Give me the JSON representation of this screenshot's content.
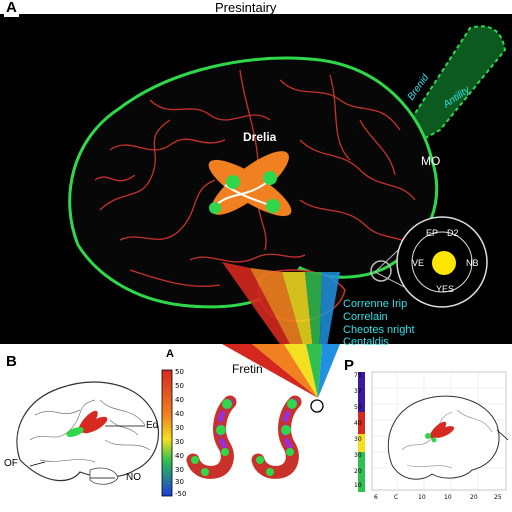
{
  "panel_a": {
    "letter": "A",
    "title": "Presintairy",
    "center_label": "Drelia",
    "side_label": "MO",
    "wedge_labels": [
      "Brenid",
      "Antility"
    ],
    "circle_labels": [
      "EP",
      "D2",
      "VE",
      "NB",
      "YES"
    ],
    "cyan_notes": [
      "Correnne Irip",
      "Correlain",
      "Cheotes nright",
      "Centaldis"
    ]
  },
  "panel_b": {
    "letter": "B",
    "labels": [
      "OF",
      "Ed",
      "NO"
    ]
  },
  "panel_c": {
    "letter": "A",
    "title": "Fretin",
    "colorbar_ticks": [
      "50",
      "50",
      "40",
      "40",
      "30",
      "30",
      "40",
      "30",
      "30",
      "-50"
    ]
  },
  "panel_d": {
    "letter": "P",
    "y_ticks": [
      "73",
      "37",
      "50",
      "40",
      "30",
      "30",
      "20",
      "10"
    ],
    "x_ticks": [
      "6",
      "C",
      "10",
      "10",
      "20",
      "25"
    ]
  },
  "colors": {
    "outline_green": "#2fd84a",
    "gyri_red": "#c8322a",
    "accent_orange": "#f08020",
    "cyan_text": "#2fe0e8",
    "sun_yellow": "#ffe600"
  }
}
